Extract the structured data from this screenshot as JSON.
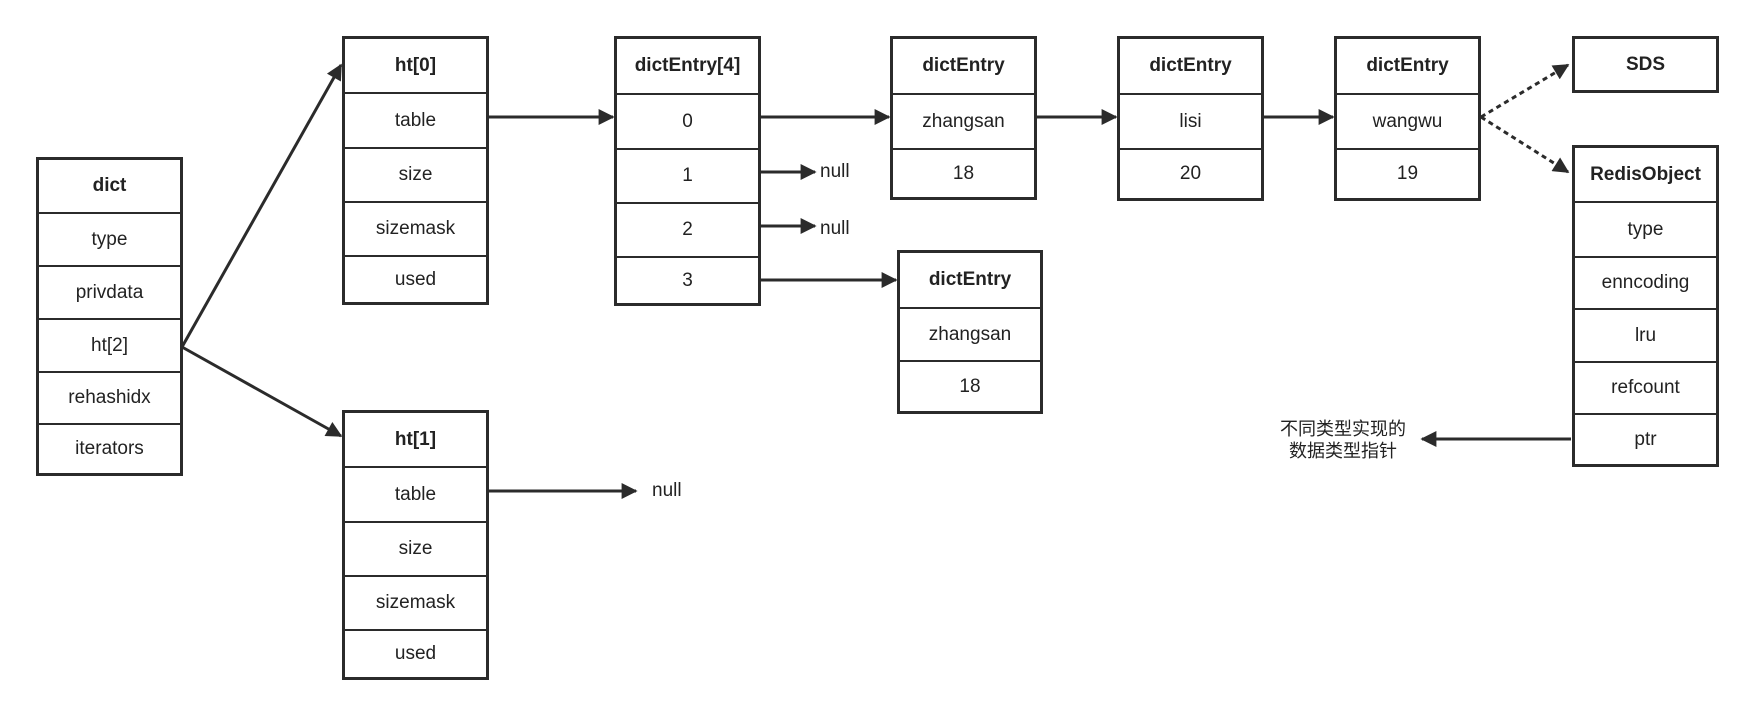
{
  "dict": {
    "header": "dict",
    "fields": [
      "type",
      "privdata",
      "ht[2]",
      "rehashidx",
      "iterators"
    ]
  },
  "ht0": {
    "header": "ht[0]",
    "fields": [
      "table",
      "size",
      "sizemask",
      "used"
    ]
  },
  "ht1": {
    "header": "ht[1]",
    "fields": [
      "table",
      "size",
      "sizemask",
      "used"
    ]
  },
  "buckets": {
    "header": "dictEntry[4]",
    "fields": [
      "0",
      "1",
      "2",
      "3"
    ]
  },
  "entry_zhangsan": {
    "header": "dictEntry",
    "fields": [
      "zhangsan",
      "18"
    ]
  },
  "entry_lisi": {
    "header": "dictEntry",
    "fields": [
      "lisi",
      "20"
    ]
  },
  "entry_wangwu": {
    "header": "dictEntry",
    "fields": [
      "wangwu",
      "19"
    ]
  },
  "entry_bucket3": {
    "header": "dictEntry",
    "fields": [
      "zhangsan",
      "18"
    ]
  },
  "sds": {
    "header": "SDS"
  },
  "redis_object": {
    "header": "RedisObject",
    "fields": [
      "type",
      "enncoding",
      "lru",
      "refcount",
      "ptr"
    ]
  },
  "labels": {
    "null_bucket1": "null",
    "null_bucket2": "null",
    "null_ht1": "null",
    "ptr_note_line1": "不同类型实现的",
    "ptr_note_line2": "数据类型指针"
  }
}
